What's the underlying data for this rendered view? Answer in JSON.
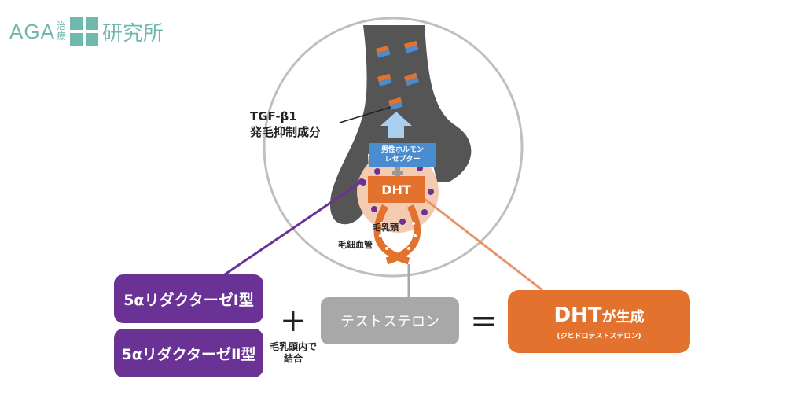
{
  "logo": {
    "aga": "AGA",
    "sub_top": "治",
    "sub_bottom": "療",
    "kenkyusho": "研究所",
    "color": "#6fb8ac"
  },
  "diagram": {
    "tgf_line1": "TGF-β1",
    "tgf_line2": "発毛抑制成分",
    "receptor_line1": "男性ホルモン",
    "receptor_line2": "レセプター",
    "dht_label": "DHT",
    "papilla_label": "毛乳頭",
    "capillary_label": "毛細血管",
    "enzyme1": "5αリダクターゼⅠ型",
    "enzyme2": "5αリダクターゼⅡ型",
    "plus": "+",
    "note_line1": "毛乳頭内で",
    "note_line2": "結合",
    "testosterone": "テストステロン",
    "equals": "=",
    "result_main": "DHT",
    "result_suffix": "が生成",
    "result_sub": "(ジヒドロテストステロン)"
  },
  "colors": {
    "enzyme": "#6b3296",
    "testosterone": "#a8a8a8",
    "result": "#e2722e",
    "receptor": "#4a8cd0",
    "hair": "#555555",
    "papilla": "#f2cbb0"
  }
}
